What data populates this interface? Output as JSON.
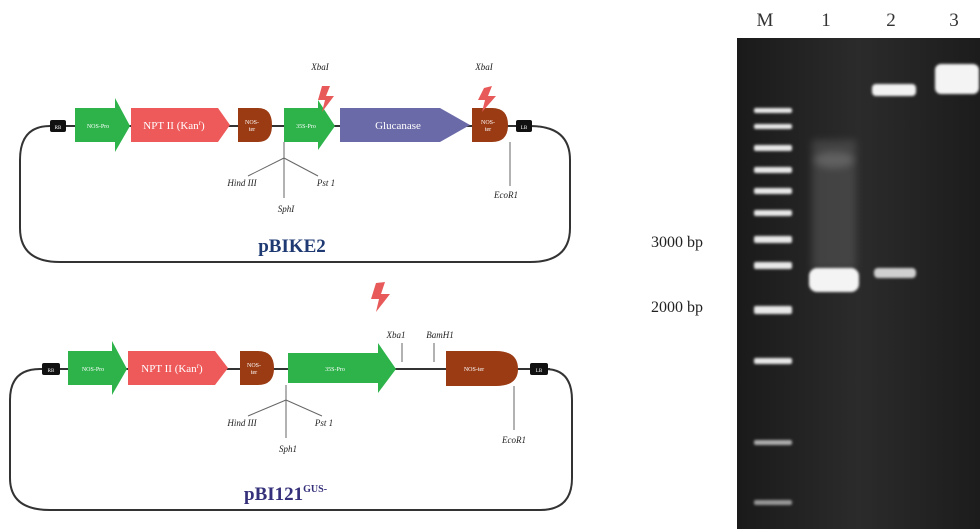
{
  "plasmid_top": {
    "name": "pBIKE2",
    "lb": "RB",
    "rb": "LB",
    "features": {
      "promoter1": "NOS-Pro",
      "npt": "NPT II (Kan",
      "npt_sup": "r",
      "npt_end": ")",
      "term1": "NOS-\nter",
      "promoter2": "35S-Pro",
      "gene": "Glucanase",
      "term2": "NOS-\nter"
    },
    "sites": {
      "xbal_left": "XbaI",
      "xbal_right": "XbaI",
      "hind": "Hind III",
      "sph": "SphI",
      "pst": "Pst 1",
      "eco": "EcoR1"
    }
  },
  "plasmid_bottom": {
    "name": "pBI121",
    "name_sup": "GUS-",
    "rb": "RB",
    "lb": "LB",
    "features": {
      "promoter1": "NOS-Pro",
      "npt": "NPT II (Kan",
      "npt_sup": "r",
      "npt_end": ")",
      "term1": "NOS-\nter",
      "promoter2": "35S-Pro",
      "term2": "NOS-ter"
    },
    "sites": {
      "xba": "Xba1",
      "bam": "BamH1",
      "hind": "Hind III",
      "sph": "Sph1",
      "pst": "Pst 1",
      "eco": "EcoR1"
    }
  },
  "gel": {
    "lanes": [
      "M",
      "1",
      "2",
      "3"
    ],
    "markers": [
      "3000 bp",
      "2000 bp"
    ]
  },
  "colors": {
    "promoter_green": "#2db34a",
    "npt_red": "#ee5a5a",
    "terminator_brown": "#9b3b13",
    "glucanase_purple": "#6b6aa8",
    "lightning": "#e85a5a",
    "name_blue": "#1f3a73",
    "name_purple": "#35307a"
  }
}
